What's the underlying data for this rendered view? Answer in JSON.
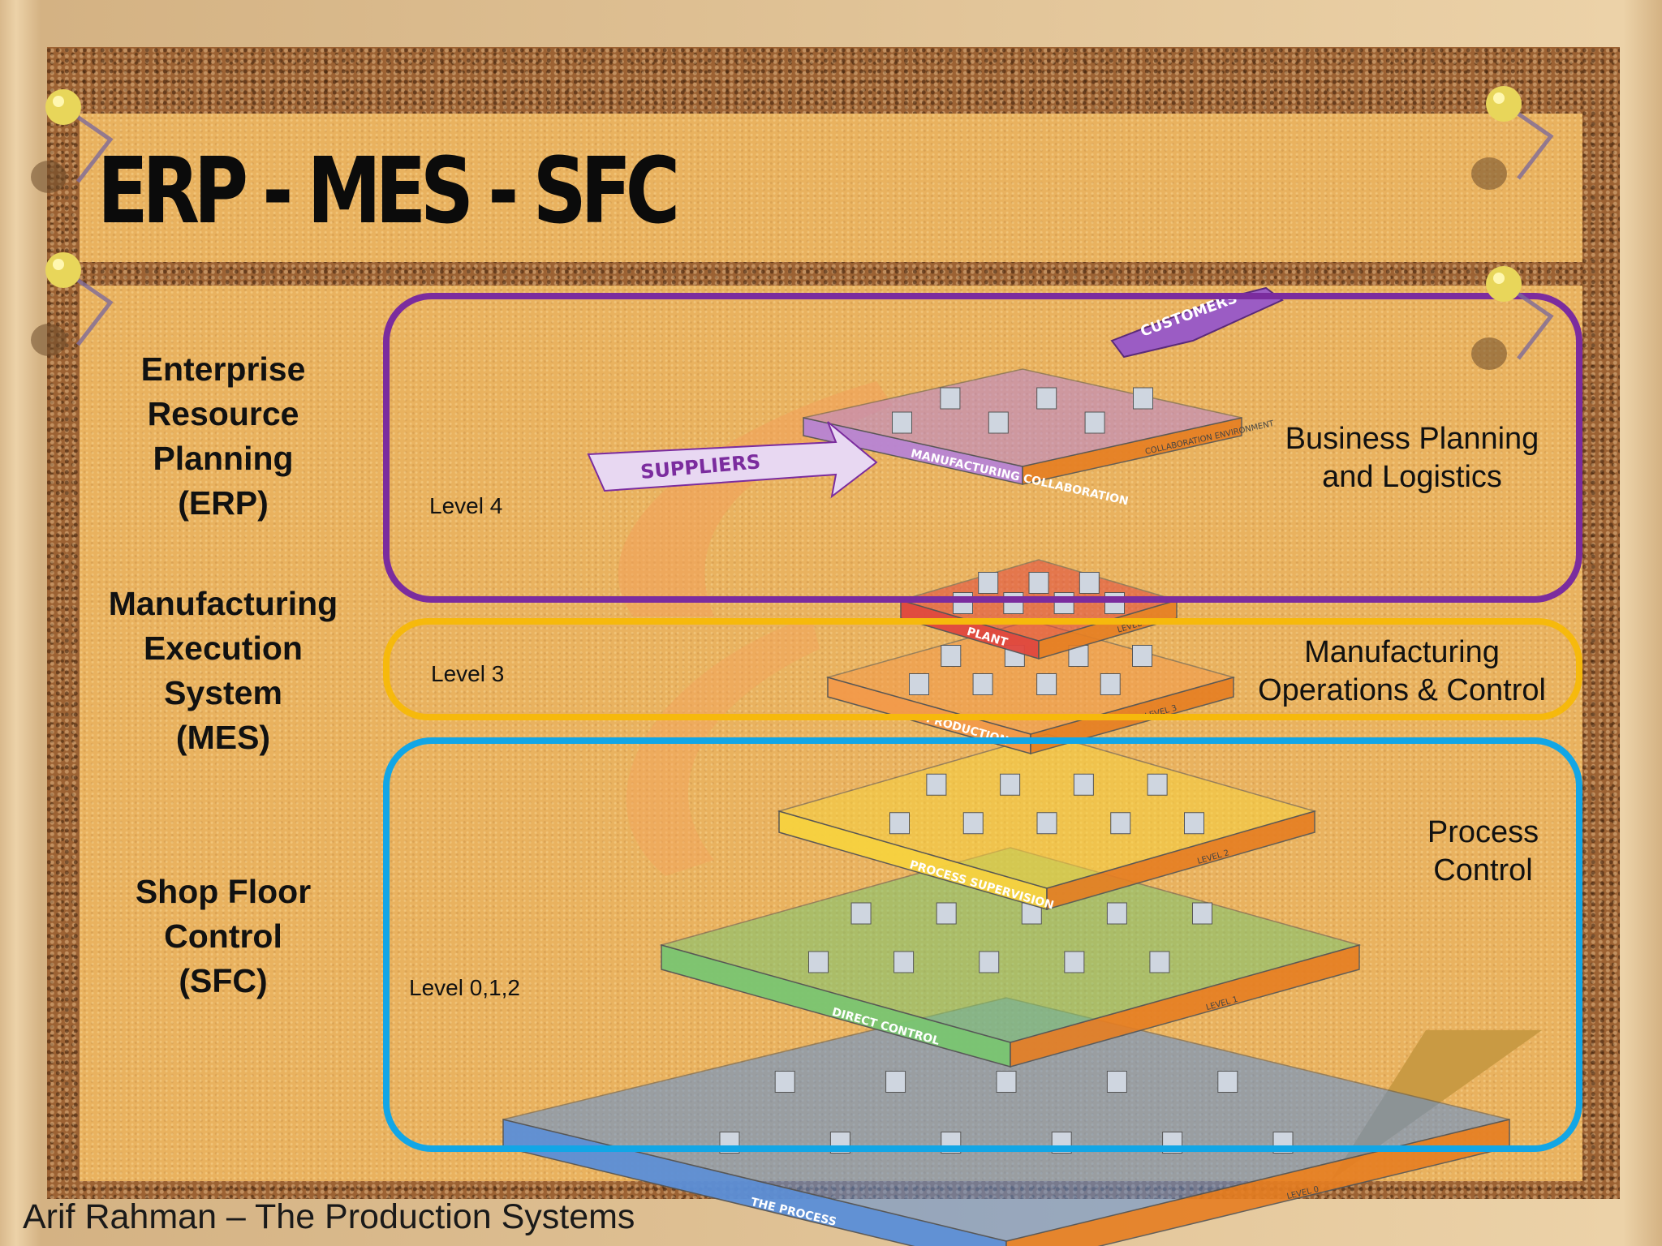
{
  "slide": {
    "title": "ERP - MES - SFC",
    "footer": "Arif Rahman – The Production Systems"
  },
  "left_labels": [
    {
      "key": "erp",
      "lines": [
        "Enterprise",
        "Resource",
        "Planning",
        "(ERP)"
      ]
    },
    {
      "key": "mes",
      "lines": [
        "Manufacturing",
        "Execution",
        "System",
        "(MES)"
      ]
    },
    {
      "key": "sfc",
      "lines": [
        "Shop Floor",
        "Control",
        "(SFC)"
      ]
    }
  ],
  "levels": [
    {
      "label": "Level 4",
      "right": [
        "Business Planning",
        "and Logistics"
      ],
      "color": "#7b2c9e"
    },
    {
      "label": "Level 3",
      "right": [
        "Manufacturing",
        "Operations & Control"
      ],
      "color": "#f6b90c"
    },
    {
      "label": "Level 0,1,2",
      "right": [
        "Process",
        "Control"
      ],
      "color": "#12a6e6"
    }
  ],
  "pyramid": {
    "arrows": {
      "suppliers": "SUPPLIERS",
      "customers": "CUSTOMERS"
    },
    "layers": [
      {
        "name": "MANUFACTURING COLLABORATION",
        "side_text": "COLLABORATION ENVIRONMENT",
        "color": "#b884d4"
      },
      {
        "name": "PLANT",
        "side_text": "LEVEL 4",
        "color": "#e0473e"
      },
      {
        "name": "PRODUCTION",
        "side_text": "LEVEL 3",
        "color": "#f39a4a"
      },
      {
        "name": "PROCESS SUPERVISION",
        "side_text": "LEVEL 2",
        "color": "#f7d23f"
      },
      {
        "name": "DIRECT CONTROL",
        "side_text": "LEVEL 1",
        "color": "#7ac671"
      },
      {
        "name": "THE PROCESS",
        "side_text": "LEVEL 0",
        "color": "#5b8fd8"
      }
    ]
  },
  "colors": {
    "paper": "#e9b25f",
    "cork": "#9c6233",
    "frame": "#e3c495"
  },
  "icons": [
    "pushpin-icon"
  ]
}
